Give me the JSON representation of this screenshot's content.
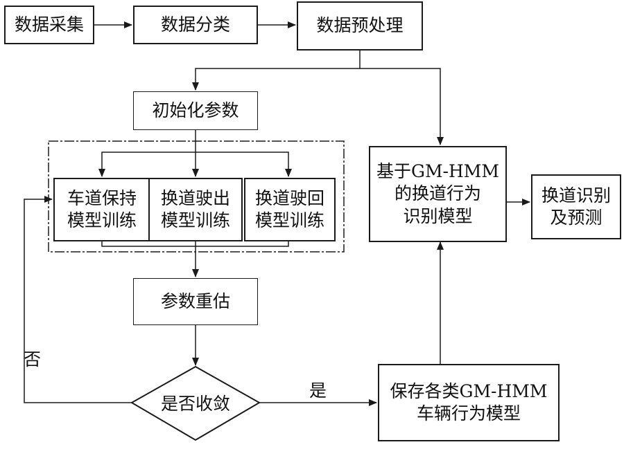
{
  "nodes": {
    "collect": "数据采集",
    "classify": "数据分类",
    "preprocess": "数据预处理",
    "init": "初始化参数",
    "keep": "车道保持\n模型训练",
    "out": "换道驶出\n模型训练",
    "back": "换道驶回\n模型训练",
    "reestimate": "参数重估",
    "converge": "是否收敛",
    "save": "保存各类GM-HMM\n车辆行为模型",
    "recognize_model": "基于GM-HMM\n的换道行为\n识别模型",
    "predict": "换道识别\n及预测"
  },
  "edges": {
    "yes": "是",
    "no": "否"
  },
  "colors": {
    "line": "#1a1a1a",
    "text": "#111111",
    "background": "#ffffff"
  }
}
